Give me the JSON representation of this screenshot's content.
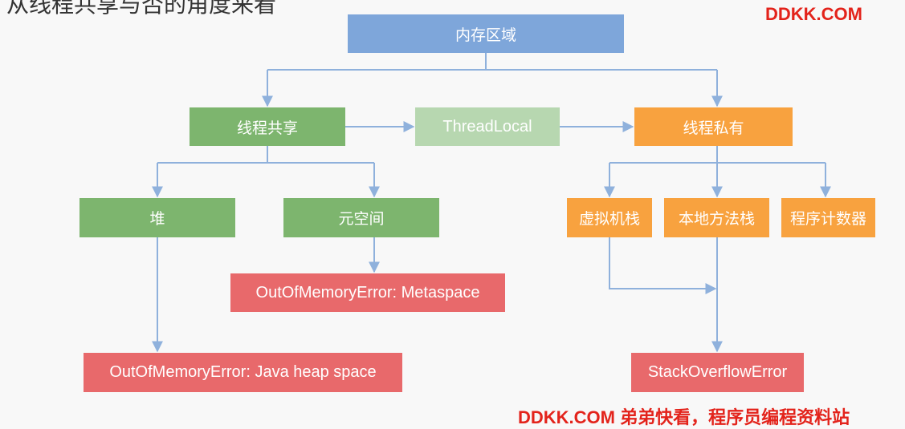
{
  "header": {
    "partial_title": "从线程共享与否的角度来看",
    "watermark_top": "DDKK.COM"
  },
  "footer": {
    "watermark": "DDKK.COM 弟弟快看，程序员编程资料站"
  },
  "colors": {
    "blue": "#7ea6da",
    "green": "#7db56e",
    "pale_green": "#b7d7b0",
    "orange": "#f8a23f",
    "red": "#e8696b",
    "connector": "#8fb1dc",
    "watermark": "#e3231b"
  },
  "diagram": {
    "root": "内存区域",
    "shared": "线程共享",
    "thread_local": "ThreadLocal",
    "private": "线程私有",
    "heap": "堆",
    "metaspace": "元空间",
    "vm_stack": "虚拟机栈",
    "native_stack": "本地方法栈",
    "pc_register": "程序计数器",
    "metaspace_error": "OutOfMemoryError: Metaspace",
    "heap_error": "OutOfMemoryError: Java heap space",
    "stack_error": "StackOverflowError"
  }
}
